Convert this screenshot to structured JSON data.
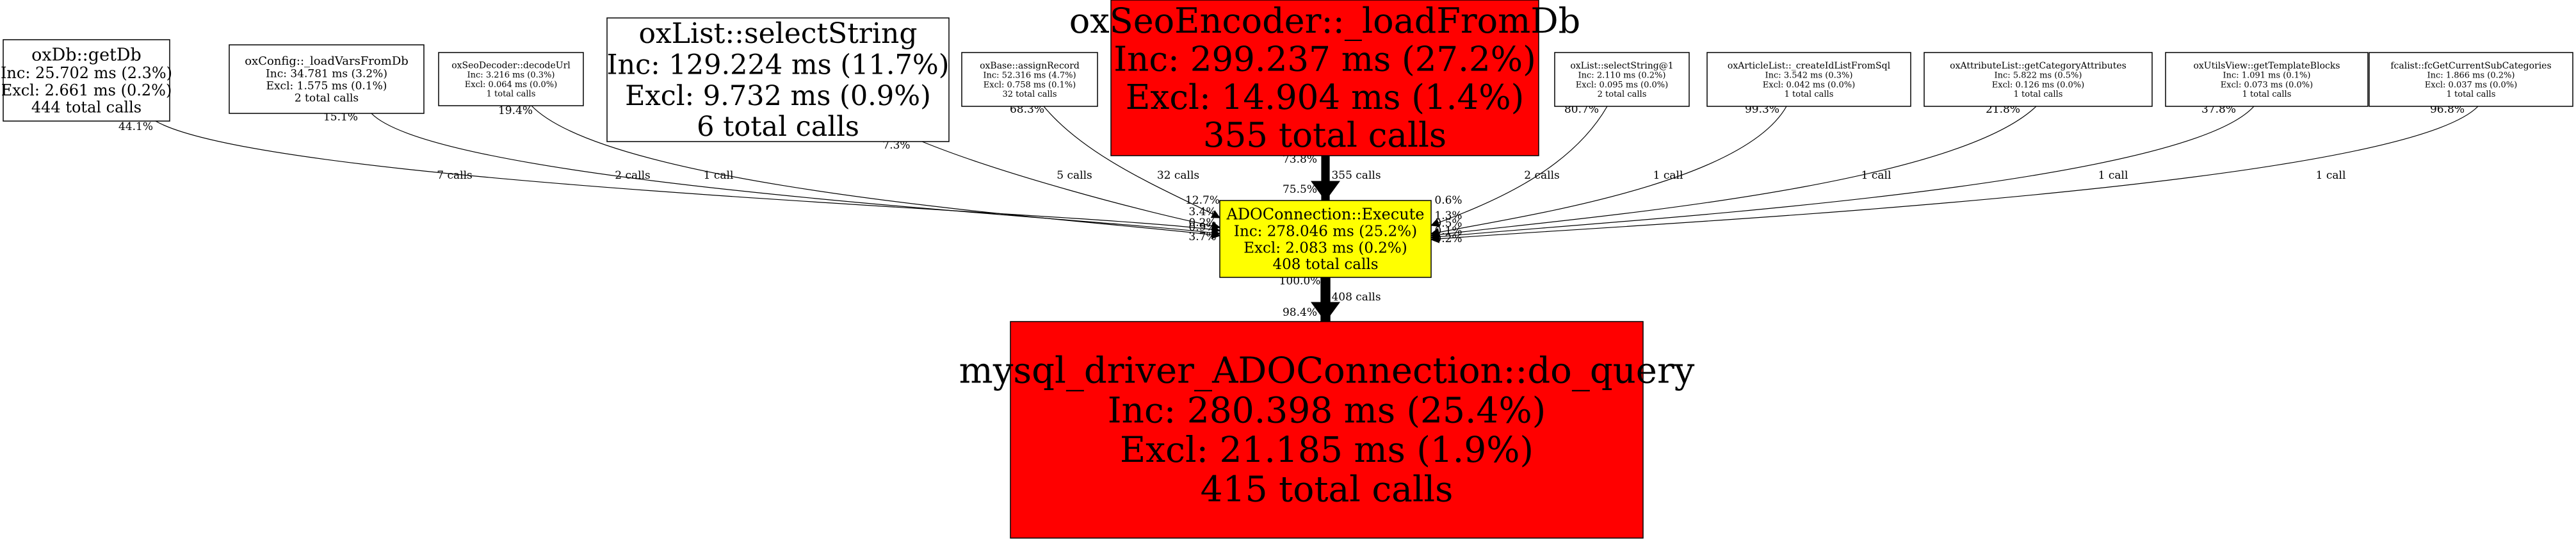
{
  "nodes": [
    {
      "id": "getdb",
      "color": "#ffffff",
      "lines": [
        "oxDb::getDb",
        "Inc: 25.702 ms (2.3%)",
        "Excl: 2.661 ms (0.2%)",
        "444 total calls"
      ]
    },
    {
      "id": "loadvars",
      "color": "#ffffff",
      "lines": [
        "oxConfig::_loadVarsFromDb",
        "Inc: 34.781 ms (3.2%)",
        "Excl: 1.575 ms (0.1%)",
        "2 total calls"
      ]
    },
    {
      "id": "decodeurl",
      "color": "#ffffff",
      "lines": [
        "oxSeoDecoder::decodeUrl",
        "Inc: 3.216 ms (0.3%)",
        "Excl: 0.064 ms (0.0%)",
        "1 total calls"
      ]
    },
    {
      "id": "selectstring",
      "color": "#ffffff",
      "lines": [
        "oxList::selectString",
        "Inc: 129.224 ms (11.7%)",
        "Excl: 9.732 ms (0.9%)",
        "6 total calls"
      ]
    },
    {
      "id": "assignrecord",
      "color": "#ffffff",
      "lines": [
        "oxBase::assignRecord",
        "Inc: 52.316 ms (4.7%)",
        "Excl: 0.758 ms (0.1%)",
        "32 total calls"
      ]
    },
    {
      "id": "loadfromdb",
      "color": "#ff0000",
      "lines": [
        "oxSeoEncoder::_loadFromDb",
        "Inc: 299.237 ms (27.2%)",
        "Excl: 14.904 ms (1.4%)",
        "355 total calls"
      ]
    },
    {
      "id": "selectstring1",
      "color": "#ffffff",
      "lines": [
        "oxList::selectString@1",
        "Inc: 2.110 ms (0.2%)",
        "Excl: 0.095 ms (0.0%)",
        "2 total calls"
      ]
    },
    {
      "id": "createidlist",
      "color": "#ffffff",
      "lines": [
        "oxArticleList::_createIdListFromSql",
        "Inc: 3.542 ms (0.3%)",
        "Excl: 0.042 ms (0.0%)",
        "1 total calls"
      ]
    },
    {
      "id": "getcategoryattributes",
      "color": "#ffffff",
      "lines": [
        "oxAttributeList::getCategoryAttributes",
        "Inc: 5.822 ms (0.5%)",
        "Excl: 0.126 ms (0.0%)",
        "1 total calls"
      ]
    },
    {
      "id": "gettemplateblocks",
      "color": "#ffffff",
      "lines": [
        "oxUtilsView::getTemplateBlocks",
        "Inc: 1.091 ms (0.1%)",
        "Excl: 0.073 ms (0.0%)",
        "1 total calls"
      ]
    },
    {
      "id": "getcurrentsubcategories",
      "color": "#ffffff",
      "lines": [
        "fcalist::fcGetCurrentSubCategories",
        "Inc: 1.866 ms (0.2%)",
        "Excl: 0.037 ms (0.0%)",
        "1 total calls"
      ]
    },
    {
      "id": "execute",
      "color": "#ffff00",
      "lines": [
        "ADOConnection::Execute",
        "Inc: 278.046 ms (25.2%)",
        "Excl: 2.083 ms (0.2%)",
        "408 total calls"
      ]
    },
    {
      "id": "doquery",
      "color": "#ff0000",
      "lines": [
        "mysql_driver_ADOConnection::do_query",
        "Inc: 280.398 ms (25.4%)",
        "Excl: 21.185 ms (1.9%)",
        "415 total calls"
      ]
    }
  ],
  "edges": [
    {
      "from": "getdb",
      "to": "execute",
      "calls": "7 calls",
      "tail": "44.1%",
      "head": "3.7%",
      "weight": 1
    },
    {
      "from": "loadvars",
      "to": "execute",
      "calls": "2 calls",
      "tail": "15.1%",
      "head": "0.9%",
      "weight": 1
    },
    {
      "from": "decodeurl",
      "to": "execute",
      "calls": "1 call",
      "tail": "19.4%",
      "head": "0.2%",
      "weight": 1
    },
    {
      "from": "selectstring",
      "to": "execute",
      "calls": "5 calls",
      "tail": "7.3%",
      "head": "3.4%",
      "weight": 1
    },
    {
      "from": "assignrecord",
      "to": "execute",
      "calls": "32 calls",
      "tail": "68.3%",
      "head": "12.7%",
      "weight": 1
    },
    {
      "from": "loadfromdb",
      "to": "execute",
      "calls": "355 calls",
      "tail": "73.8%",
      "head": "75.5%",
      "weight": 6
    },
    {
      "from": "selectstring1",
      "to": "execute",
      "calls": "2 calls",
      "tail": "80.7%",
      "head": "0.6%",
      "weight": 1
    },
    {
      "from": "createidlist",
      "to": "execute",
      "calls": "1 call",
      "tail": "99.3%",
      "head": "1.3%",
      "weight": 1
    },
    {
      "from": "getcategoryattributes",
      "to": "execute",
      "calls": "1 call",
      "tail": "21.8%",
      "head": "0.5%",
      "weight": 1
    },
    {
      "from": "gettemplateblocks",
      "to": "execute",
      "calls": "1 call",
      "tail": "37.8%",
      "head": "0.1%",
      "weight": 1
    },
    {
      "from": "getcurrentsubcategories",
      "to": "execute",
      "calls": "1 call",
      "tail": "96.8%",
      "head": "0.2%",
      "weight": 1
    },
    {
      "from": "execute",
      "to": "doquery",
      "calls": "408 calls",
      "tail": "100.0%",
      "head": "98.4%",
      "weight": 7
    }
  ]
}
